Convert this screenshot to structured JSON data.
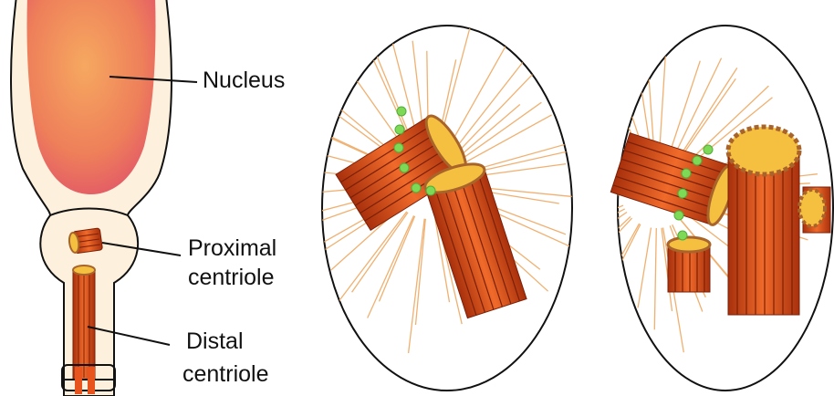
{
  "labels": {
    "nucleus": "Nucleus",
    "proximal_line1": "Proximal",
    "proximal_line2": "centriole",
    "distal_line1": "Distal",
    "distal_line2": "centriole"
  },
  "colors": {
    "cell_fill": "#fdf0dc",
    "outline": "#111111",
    "nucleus_center": "#f4a05a",
    "nucleus_edge": "#e0506a",
    "tubule": "#e8541e",
    "tubule_dark": "#a8300c",
    "lumen": "#f5c040",
    "ring_bead": "#a8642a",
    "marker": "#7ed957",
    "marker_edge": "#4fae3a",
    "aster": "#f0b070",
    "background": "#ffffff"
  },
  "icons": {
    "proximal": "centriole-cylinder",
    "distal": "centriole-cylinder",
    "markers": "green-dot"
  }
}
